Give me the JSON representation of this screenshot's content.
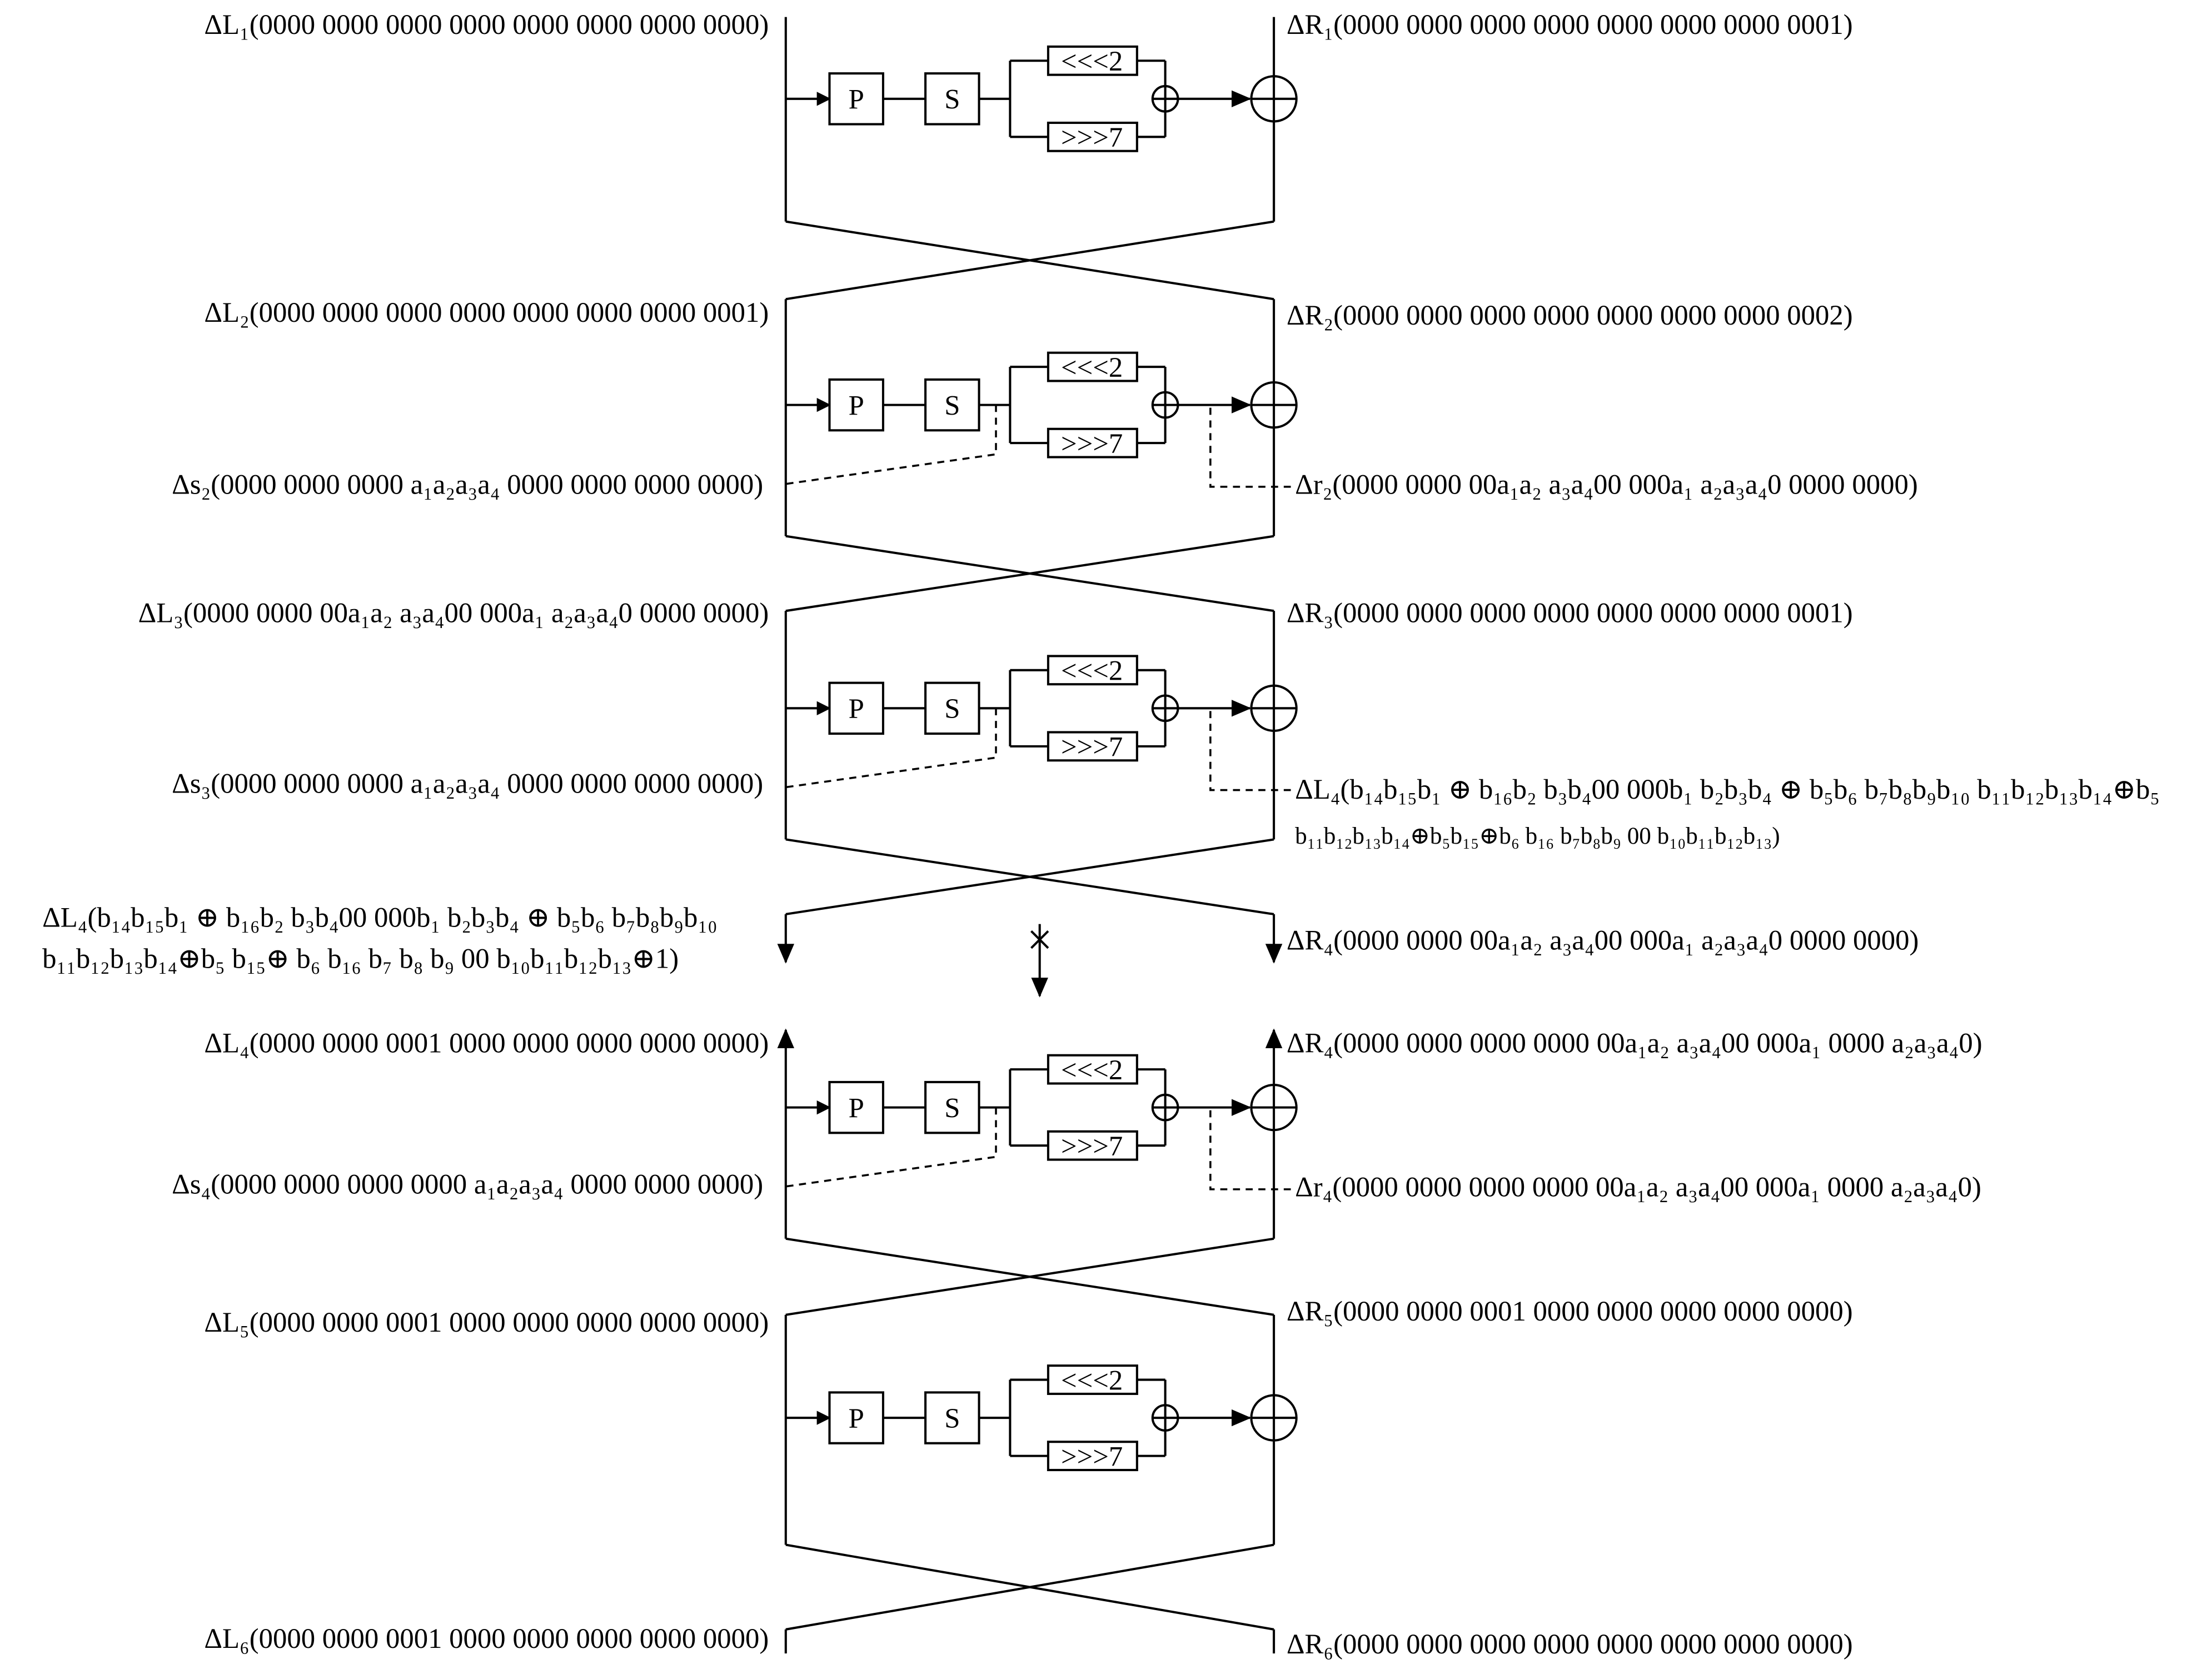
{
  "round_labels": {
    "L1": "ΔL₁(0000 0000 0000 0000 0000 0000 0000 0000)",
    "R1": "ΔR₁(0000 0000 0000 0000 0000 0000 0000 0001)",
    "L2": "ΔL₂(0000 0000 0000 0000 0000 0000 0000 0001)",
    "R2": "ΔR₂(0000 0000 0000 0000 0000 0000 0000 0002)",
    "s2": "Δs₂(0000 0000 0000  a₁a₂a₃a₄  0000 0000 0000 0000)",
    "r2": "Δr₂(0000 0000 00a₁a₂  a₃a₄00  000a₁  a₂a₃a₄0 0000 0000)",
    "L3": "ΔL₃(0000 0000 00a₁a₂  a₃a₄00 000a₁ a₂a₃a₄0 0000 0000)",
    "R3": "ΔR₃(0000 0000 0000 0000 0000 0000 0000 0001)",
    "s3": "Δs₃(0000 0000 0000  a₁a₂a₃a₄  0000 0000 0000 0000)",
    "L4_right_1": "ΔL₄(b₁₄b₁₅b₁ ⊕ b₁₆b₂  b₃b₄00  000b₁  b₂b₃b₄ ⊕ b₅b₆  b₇b₈b₉b₁₀  b₁₁b₁₂b₁₃b₁₄⊕b₅",
    "L4_right_2": "b₁₁b₁₂b₁₃b₁₄⊕b₅b₁₅⊕b₆ b₁₆  b₇b₈b₉ 00 b₁₀b₁₁b₁₂b₁₃)",
    "L4_left_1": "ΔL₄(b₁₄b₁₅b₁ ⊕ b₁₆b₂  b₃b₄00  000b₁  b₂b₃b₄ ⊕ b₅b₆  b₇b₈b₉b₁₀",
    "L4_left_2": "b₁₁b₁₂b₁₃b₁₄⊕b₅  b₁₅⊕ b₆ b₁₆  b₇ b₈ b₉ 00 b₁₀b₁₁b₁₂b₁₃⊕1)",
    "R4_top": "ΔR₄(0000 0000 00a₁a₂  a₃a₄00  000a₁  a₂a₃a₄0  0000 0000)",
    "L4": "ΔL₄(0000 0000 0001 0000 0000 0000 0000 0000)",
    "R4": "ΔR₄(0000 0000 0000 0000 00a₁a₂  a₃a₄00  000a₁ 0000 a₂a₃a₄0)",
    "s4": "Δs₄(0000 0000 0000  0000  a₁a₂a₃a₄  0000 0000 0000)",
    "r4": "Δr₄(0000 0000 0000 0000 00a₁a₂  a₃a₄00  000a₁ 0000 a₂a₃a₄0)",
    "L5": "ΔL₅(0000 0000 0001 0000 0000 0000 0000 0000)",
    "R5": "ΔR₅(0000 0000 0001  0000 0000 0000  0000  0000)",
    "L6": "ΔL₆(0000 0000 0001 0000 0000 0000 0000 0000)",
    "R6": "ΔR₆(0000  0000  0000  0000  0000  0000  0000  0000)"
  },
  "blocks": {
    "p_label": "P",
    "s_label": "S",
    "rotl_label": "<<<2",
    "rotr_label": ">>>7"
  }
}
